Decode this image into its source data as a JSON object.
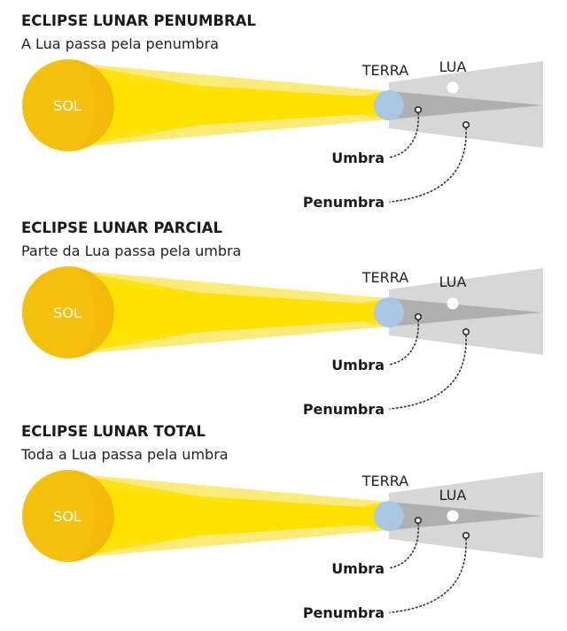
{
  "colors": {
    "sun": "#F5BF0D",
    "sun_shade": "#F2B70A",
    "light_outer": "#FCEB78",
    "light_inner": "#FFE100",
    "earth": "#A9C6E2",
    "penumbra": "#D7D7D7",
    "umbra": "#AFAFAF",
    "moon": "#FFFFFF",
    "text": "#1a1a1a"
  },
  "panels": [
    {
      "title": "ECLIPSE LUNAR PENUMBRAL",
      "subtitle": "A Lua passa pela penumbra",
      "sun_label": "SOL",
      "earth_label": "TERRA",
      "moon_label": "LUA",
      "umbra_label": "Umbra",
      "penumbra_label": "Penumbra",
      "moon_zone": "penumbra"
    },
    {
      "title": "ECLIPSE LUNAR PARCIAL",
      "subtitle": "Parte da Lua passa pela umbra",
      "sun_label": "SOL",
      "earth_label": "TERRA",
      "moon_label": "LUA",
      "umbra_label": "Umbra",
      "penumbra_label": "Penumbra",
      "moon_zone": "umbra-edge"
    },
    {
      "title": "ECLIPSE LUNAR TOTAL",
      "subtitle": "Toda a Lua passa pela umbra",
      "sun_label": "SOL",
      "earth_label": "TERRA",
      "moon_label": "LUA",
      "umbra_label": "Umbra",
      "penumbra_label": "Penumbra",
      "moon_zone": "umbra"
    }
  ]
}
